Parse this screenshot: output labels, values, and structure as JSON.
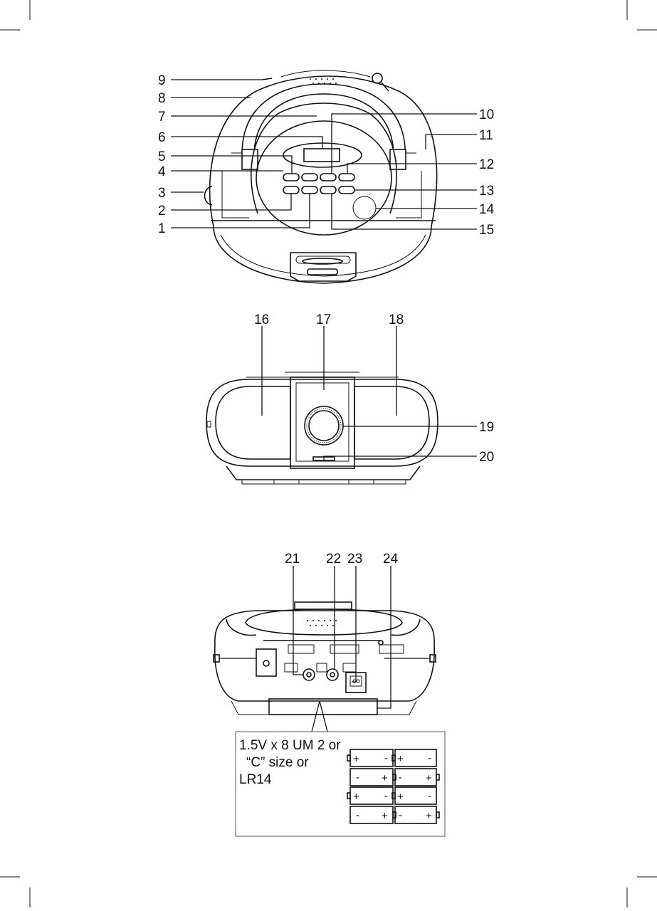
{
  "callouts": {
    "front": [
      "1",
      "2",
      "3",
      "4",
      "5",
      "6",
      "7",
      "8",
      "9",
      "10",
      "11",
      "12",
      "13",
      "14",
      "15"
    ],
    "top": [
      "16",
      "17",
      "18",
      "19",
      "20"
    ],
    "back": [
      "21",
      "22",
      "23",
      "24"
    ]
  },
  "battery_note": {
    "line1": "1.5V x 8 UM 2 or",
    "line2": "“C”  size or",
    "line3": "LR14"
  },
  "battery_polarity": {
    "plus": "+",
    "minus": "-"
  }
}
